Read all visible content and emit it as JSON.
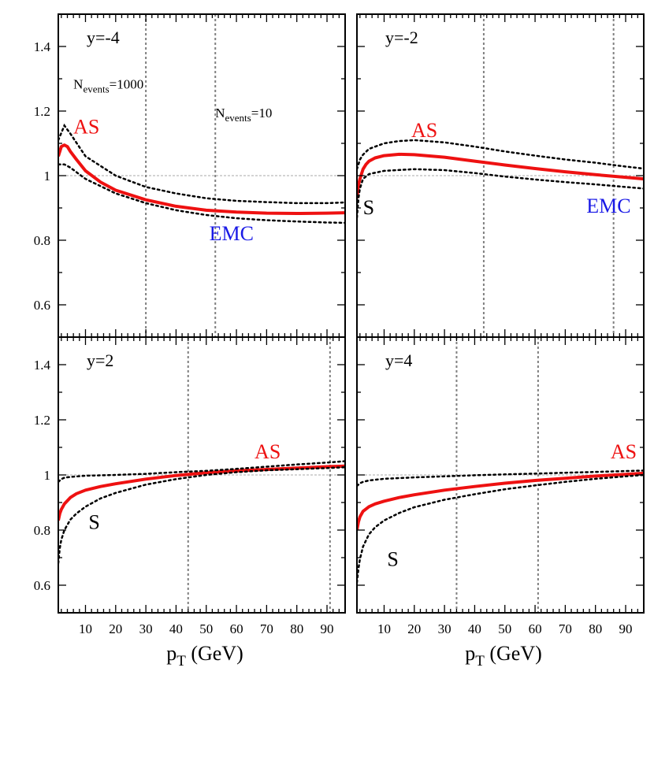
{
  "chart_data": {
    "type": "line",
    "shared_y_ticks": [
      "0.6",
      "0.8",
      "1",
      "1.2",
      "1.4"
    ],
    "shared_x_ticks": [
      "10",
      "20",
      "30",
      "40",
      "50",
      "60",
      "70",
      "80",
      "90"
    ],
    "xlabel_main": "p",
    "xlabel_sub": "T",
    "xlabel_unit": " (GeV)",
    "xlim": [
      1,
      96
    ],
    "ylim": [
      0.5,
      1.5
    ],
    "panels": [
      {
        "label": "y=-4",
        "vlines": [
          30,
          53
        ],
        "series": [
          {
            "role": "central",
            "color": "#ee1111",
            "x": [
              1,
              2,
              3,
              4,
              5,
              7,
              10,
              15,
              20,
              30,
              40,
              50,
              60,
              70,
              80,
              90,
              96
            ],
            "values": [
              1.06,
              1.09,
              1.095,
              1.09,
              1.075,
              1.05,
              1.015,
              0.98,
              0.955,
              0.925,
              0.905,
              0.893,
              0.887,
              0.884,
              0.883,
              0.884,
              0.885
            ]
          },
          {
            "role": "upper",
            "x": [
              1,
              3,
              5,
              10,
              20,
              30,
              40,
              50,
              60,
              70,
              80,
              90,
              96
            ],
            "values": [
              1.11,
              1.155,
              1.13,
              1.06,
              1.0,
              0.965,
              0.945,
              0.93,
              0.922,
              0.918,
              0.915,
              0.915,
              0.917
            ]
          },
          {
            "role": "lower",
            "x": [
              1,
              3,
              5,
              10,
              20,
              30,
              40,
              50,
              60,
              70,
              80,
              90,
              96
            ],
            "values": [
              1.035,
              1.035,
              1.025,
              0.99,
              0.945,
              0.915,
              0.893,
              0.878,
              0.868,
              0.862,
              0.858,
              0.855,
              0.854
            ]
          }
        ],
        "annotations": [
          {
            "text": "AS",
            "color": "#ee1111",
            "x": 6,
            "y": 1.13
          },
          {
            "text": "EMC",
            "color": "#1a1ae6",
            "x": 51,
            "y": 0.8
          },
          {
            "main": "N",
            "sub": "events",
            "tail": "=1000",
            "x": 6,
            "y": 1.27
          },
          {
            "main": "N",
            "sub": "events",
            "tail": "=10",
            "x": 53,
            "y": 1.18
          }
        ]
      },
      {
        "label": "y=-2",
        "vlines": [
          43,
          86
        ],
        "series": [
          {
            "role": "central",
            "color": "#ee1111",
            "x": [
              1,
              1.5,
              2,
              3,
              4,
              5,
              7,
              10,
              15,
              20,
              30,
              40,
              50,
              60,
              70,
              80,
              90,
              96
            ],
            "values": [
              0.93,
              0.97,
              0.99,
              1.02,
              1.035,
              1.045,
              1.055,
              1.062,
              1.066,
              1.065,
              1.057,
              1.045,
              1.033,
              1.022,
              1.012,
              1.003,
              0.995,
              0.99
            ]
          },
          {
            "role": "upper",
            "x": [
              1,
              2,
              3,
              5,
              10,
              15,
              20,
              30,
              40,
              50,
              60,
              70,
              80,
              90,
              96
            ],
            "values": [
              1.02,
              1.05,
              1.065,
              1.083,
              1.1,
              1.107,
              1.11,
              1.103,
              1.09,
              1.075,
              1.062,
              1.05,
              1.04,
              1.028,
              1.022
            ]
          },
          {
            "role": "lower",
            "x": [
              1,
              1.5,
              2,
              3,
              5,
              10,
              20,
              30,
              40,
              50,
              60,
              70,
              80,
              90,
              96
            ],
            "values": [
              0.87,
              0.93,
              0.96,
              0.99,
              1.005,
              1.015,
              1.02,
              1.017,
              1.008,
              0.997,
              0.988,
              0.98,
              0.973,
              0.965,
              0.96
            ]
          }
        ],
        "annotations": [
          {
            "text": "AS",
            "color": "#ee1111",
            "x": 19,
            "y": 1.12
          },
          {
            "text": "S",
            "color": "#000000",
            "x": 3,
            "y": 0.88
          },
          {
            "text": "EMC",
            "color": "#1a1ae6",
            "x": 77,
            "y": 0.885
          }
        ]
      },
      {
        "label": "y=2",
        "vlines": [
          44,
          91
        ],
        "series": [
          {
            "role": "central",
            "color": "#ee1111",
            "x": [
              1,
              1.5,
              2,
              3,
              5,
              7,
              10,
              15,
              20,
              30,
              40,
              50,
              60,
              70,
              80,
              90,
              96
            ],
            "values": [
              0.835,
              0.86,
              0.875,
              0.895,
              0.918,
              0.932,
              0.945,
              0.958,
              0.968,
              0.985,
              0.998,
              1.008,
              1.015,
              1.02,
              1.025,
              1.03,
              1.032
            ]
          },
          {
            "role": "upper",
            "x": [
              1,
              2,
              3,
              5,
              10,
              20,
              30,
              40,
              50,
              60,
              70,
              80,
              90,
              96
            ],
            "values": [
              0.975,
              0.985,
              0.99,
              0.993,
              0.997,
              1.0,
              1.004,
              1.01,
              1.015,
              1.022,
              1.03,
              1.038,
              1.045,
              1.05
            ]
          },
          {
            "role": "lower",
            "x": [
              1,
              1.5,
              2,
              3,
              5,
              7,
              10,
              15,
              20,
              30,
              40,
              50,
              60,
              70,
              80,
              90,
              96
            ],
            "values": [
              0.68,
              0.735,
              0.765,
              0.8,
              0.838,
              0.86,
              0.885,
              0.915,
              0.935,
              0.965,
              0.985,
              1.0,
              1.01,
              1.017,
              1.021,
              1.025,
              1.028
            ]
          }
        ],
        "annotations": [
          {
            "text": "AS",
            "color": "#ee1111",
            "x": 66,
            "y": 1.06
          },
          {
            "text": "S",
            "color": "#000000",
            "x": 11,
            "y": 0.805
          }
        ]
      },
      {
        "label": "y=4",
        "vlines": [
          34,
          61
        ],
        "series": [
          {
            "role": "central",
            "color": "#ee1111",
            "x": [
              1,
              1.5,
              2,
              3,
              5,
              7,
              10,
              15,
              20,
              30,
              40,
              50,
              60,
              70,
              80,
              90,
              96
            ],
            "values": [
              0.8,
              0.83,
              0.848,
              0.868,
              0.885,
              0.895,
              0.905,
              0.918,
              0.928,
              0.945,
              0.958,
              0.97,
              0.98,
              0.988,
              0.996,
              1.002,
              1.006
            ]
          },
          {
            "role": "upper",
            "x": [
              1,
              2,
              3,
              5,
              10,
              20,
              30,
              40,
              50,
              60,
              70,
              80,
              90,
              96
            ],
            "values": [
              0.96,
              0.97,
              0.975,
              0.98,
              0.986,
              0.991,
              0.995,
              0.999,
              1.002,
              1.005,
              1.008,
              1.011,
              1.014,
              1.016
            ]
          },
          {
            "role": "lower",
            "x": [
              1,
              1.5,
              2,
              3,
              5,
              7,
              10,
              15,
              20,
              30,
              40,
              50,
              60,
              70,
              80,
              90,
              96
            ],
            "values": [
              0.61,
              0.66,
              0.695,
              0.74,
              0.785,
              0.81,
              0.835,
              0.862,
              0.883,
              0.91,
              0.93,
              0.948,
              0.962,
              0.975,
              0.986,
              0.995,
              1.0
            ]
          }
        ],
        "annotations": [
          {
            "text": "AS",
            "color": "#ee1111",
            "x": 85,
            "y": 1.06
          },
          {
            "text": "S",
            "color": "#000000",
            "x": 11,
            "y": 0.67
          }
        ]
      }
    ]
  }
}
